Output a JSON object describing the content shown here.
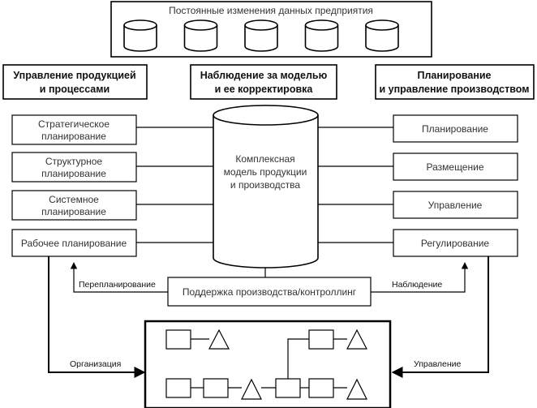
{
  "top": {
    "title": "Постоянные изменения данных предприятия",
    "db_count": 5
  },
  "headers": {
    "left": [
      "Управление продукцией",
      "и процессами"
    ],
    "center": [
      "Наблюдение за моделью",
      "и ее корректировка"
    ],
    "right": [
      "Планирование",
      "и управление производством"
    ]
  },
  "left_boxes": [
    [
      "Стратегическое",
      "планирование"
    ],
    [
      "Структурное",
      "планирование"
    ],
    [
      "Системное",
      "планирование"
    ],
    [
      "Рабочее планирование"
    ]
  ],
  "right_boxes": [
    "Планирование",
    "Размещение",
    "Управление",
    "Регулирование"
  ],
  "cylinder": [
    "Комплексная",
    "модель продукции",
    "и производства"
  ],
  "support": "Поддержка производства/контроллинг",
  "labels": {
    "replanning": "Перепланирование",
    "observation": "Наблюдение",
    "organization": "Организация",
    "management": "Управление"
  }
}
